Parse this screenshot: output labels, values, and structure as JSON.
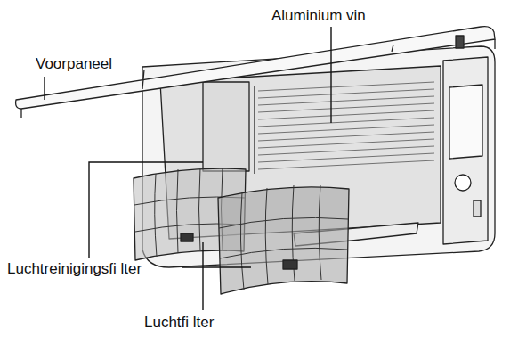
{
  "diagram": {
    "labels": [
      "Voorpaneel",
      "Aluminium vin",
      "Luchtreinigingsfi lter",
      "Luchtfi lter"
    ]
  }
}
